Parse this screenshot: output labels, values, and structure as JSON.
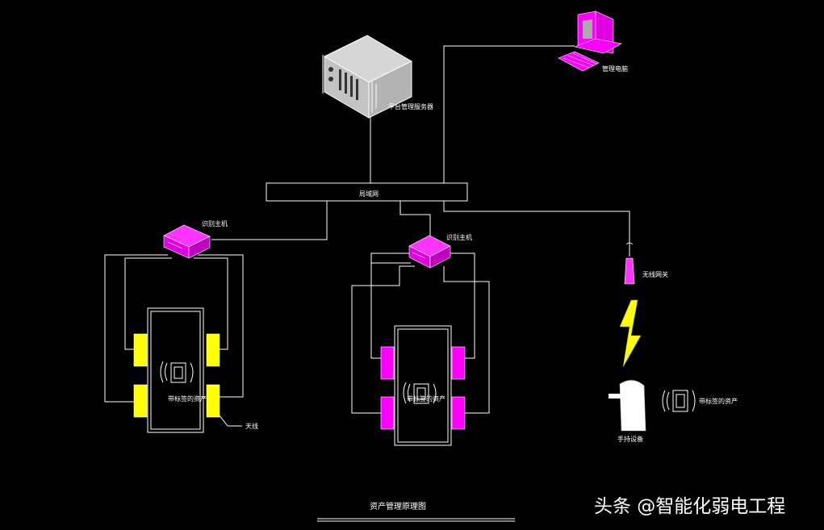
{
  "labels": {
    "server": "平台管理服务器",
    "management_pc": "管理电脑",
    "lan": "局域网",
    "reader_host_1": "识别主机",
    "reader_host_2": "识别主机",
    "tagged_asset_1": "带标签的资产",
    "tagged_asset_2": "带标签的资产",
    "tagged_asset_3": "带标签的资产",
    "antenna": "天线",
    "wireless_gateway": "无线网关",
    "handheld": "手持设备",
    "title": "资产管理原理图"
  },
  "watermark": "头条 @智能化弱电工程",
  "colors": {
    "background": "#000000",
    "line": "#ffffff",
    "magenta": "#ff00ff",
    "yellow": "#ffff00",
    "server": "#c8c8c8"
  }
}
